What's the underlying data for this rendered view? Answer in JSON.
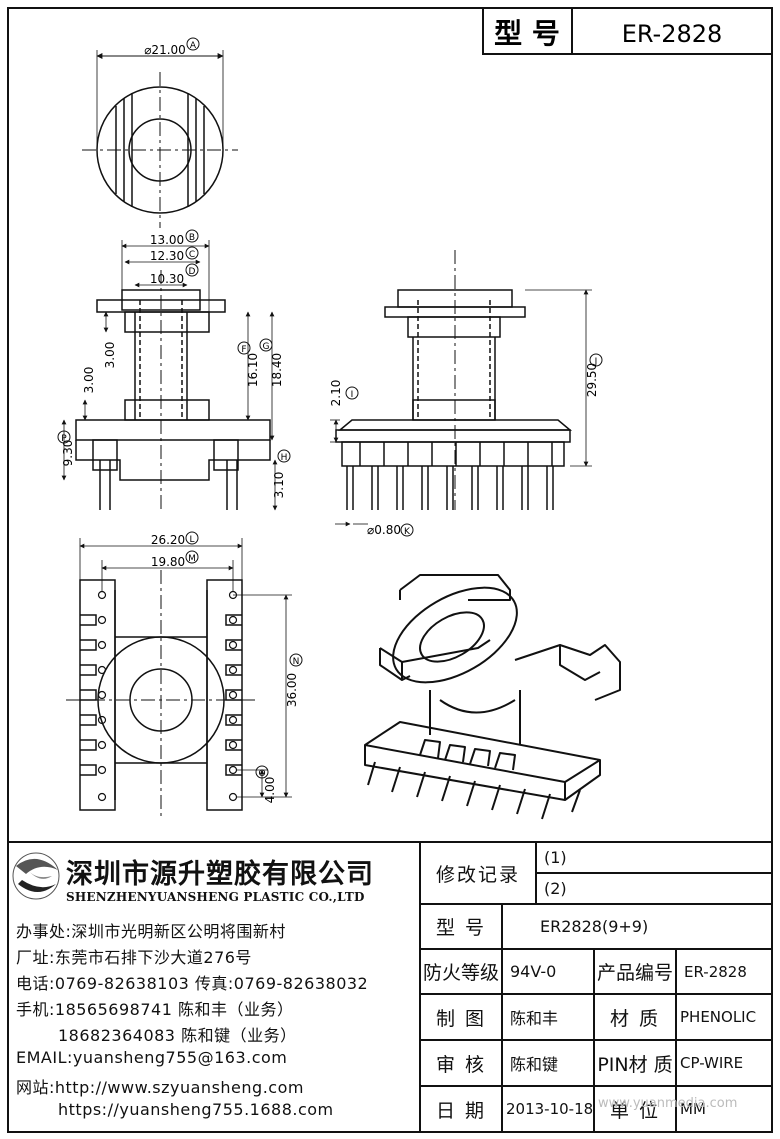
{
  "header": {
    "model_label": "型 号",
    "model_value": "ER-2828"
  },
  "dimensions": {
    "A": "⌀21.00",
    "B": "13.00",
    "C": "12.30",
    "D": "10.30",
    "F": "16.10",
    "G": "18.40",
    "E": "3.00",
    "E2": "3.00",
    "H": "3.10",
    "I": "2.10",
    "J": "29.50",
    "K": "⌀0.80",
    "L": "26.20",
    "M": "19.80",
    "N": "36.00",
    "O": "4.00",
    "P": "9.30",
    "circ": {
      "A": "A",
      "B": "B",
      "C": "C",
      "D": "D",
      "F": "F",
      "G": "G",
      "H": "H",
      "I": "I",
      "J": "J",
      "K": "K",
      "L": "L",
      "M": "M",
      "N": "N",
      "O": "O",
      "P": "P"
    }
  },
  "company": {
    "name_cn": "深圳市源升塑胶有限公司",
    "name_en": "SHENZHENYUANSHENG PLASTIC CO.,LTD",
    "office": "办事处:深圳市光明新区公明将围新村",
    "factory": "厂址:东莞市石排下沙大道276号",
    "phone": "电话:0769-82638103 传真:0769-82638032",
    "mobile1": "手机:18565698741 陈和丰（业务）",
    "mobile2": "18682364083 陈和键（业务）",
    "email": "EMAIL:yuansheng755@163.com",
    "web1": "网站:http://www.szyuansheng.com",
    "web2": "https://yuansheng755.1688.com"
  },
  "table": {
    "revision_label": "修改记录",
    "rev1": "(1)",
    "rev2": "(2)",
    "model_label": "型 号",
    "model_value": "ER2828(9+9)",
    "fire_label": "防火等级",
    "fire_value": "94V-0",
    "product_no_label": "产品编号",
    "product_no_value": "ER-2828",
    "draw_label": "制 图",
    "draw_value": "陈和丰",
    "material_label": "材 质",
    "material_value": "PHENOLIC",
    "review_label": "审 核",
    "review_value": "陈和键",
    "pin_material_label": "PIN材 质",
    "pin_material_value": "CP-WIRE",
    "date_label": "日 期",
    "date_value": "2013-10-18",
    "unit_label": "单 位",
    "unit_value": "MM"
  },
  "watermark": "www.yuanmedia.com"
}
